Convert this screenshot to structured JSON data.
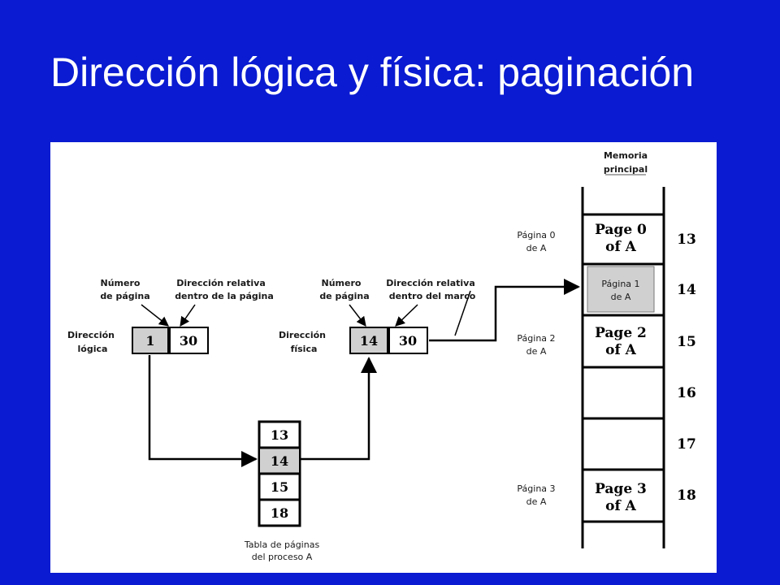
{
  "slide": {
    "title": "Dirección lógica y física: paginación"
  },
  "diagram": {
    "memory_title": [
      "Memoria",
      "principal"
    ],
    "logical_address": {
      "label": [
        "Dirección",
        "lógica"
      ],
      "page_number_label": [
        "Número",
        "de página"
      ],
      "offset_label": [
        "Dirección relativa",
        "dentro de la página"
      ],
      "page_value": "1",
      "offset_value": "30"
    },
    "physical_address": {
      "label": [
        "Dirección",
        "física"
      ],
      "frame_number_label": [
        "Número",
        "de página"
      ],
      "offset_label": [
        "Dirección relativa",
        "dentro del marco"
      ],
      "frame_value": "14",
      "offset_value": "30"
    },
    "page_table": {
      "entries": [
        "13",
        "14",
        "15",
        "18"
      ],
      "label": [
        "Tabla de páginas",
        "del proceso A"
      ]
    },
    "memory_frames": [
      {
        "number": "13",
        "content": [
          "Page 0",
          "of A"
        ]
      },
      {
        "number": "14",
        "content": [
          "Página 1",
          "de A"
        ]
      },
      {
        "number": "15",
        "content": [
          "Page 2",
          "of A"
        ]
      },
      {
        "number": "16",
        "content": []
      },
      {
        "number": "17",
        "content": []
      },
      {
        "number": "18",
        "content": [
          "Page 3",
          "of A"
        ]
      }
    ],
    "side_labels": [
      [
        "Página 0",
        "de A"
      ],
      [
        "Página 2",
        "de A"
      ],
      [
        "Página 3",
        "de A"
      ]
    ]
  }
}
